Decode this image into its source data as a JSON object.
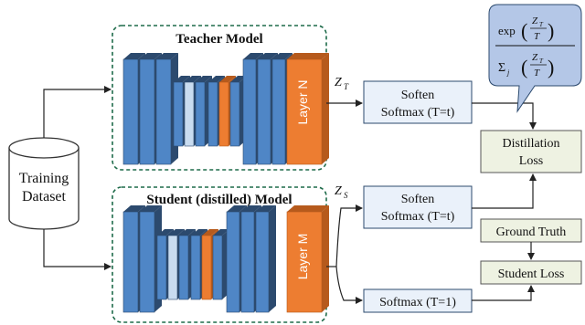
{
  "teacher": {
    "title": "Teacher Model",
    "last_layer": "Layer N",
    "logit": "Z",
    "logit_sub": "T"
  },
  "student": {
    "title": "Student (distilled) Model",
    "last_layer": "Layer M",
    "logit": "Z",
    "logit_sub": "S"
  },
  "dataset": {
    "line1": "Training",
    "line2": "Dataset"
  },
  "boxes": {
    "soften_teacher": {
      "line1": "Soften",
      "line2": "Softmax (T=t)"
    },
    "soften_student": {
      "line1": "Soften",
      "line2": "Softmax (T=t)"
    },
    "softmax_hard": {
      "label": "Softmax (T=1)"
    },
    "distillation": {
      "line1": "Distillation",
      "line2": "Loss"
    },
    "ground_truth": {
      "label": "Ground Truth"
    },
    "student_loss": {
      "label": "Student Loss"
    }
  },
  "formula": {
    "exp": "exp",
    "z": "Z",
    "sub": "T",
    "t": "T",
    "sum": "Σ",
    "j": "j"
  },
  "colors": {
    "blue_front": "#4f86c6",
    "blue_side": "#2c4a6e",
    "light_front": "#c9dcf0",
    "orange_front": "#ed7d31",
    "orange_side": "#b65a1c",
    "green_border": "#1e6b4a",
    "softmax_fill": "#eaf1fa",
    "loss_fill": "#eef2e2",
    "bubble_fill": "#b4c7e7"
  }
}
